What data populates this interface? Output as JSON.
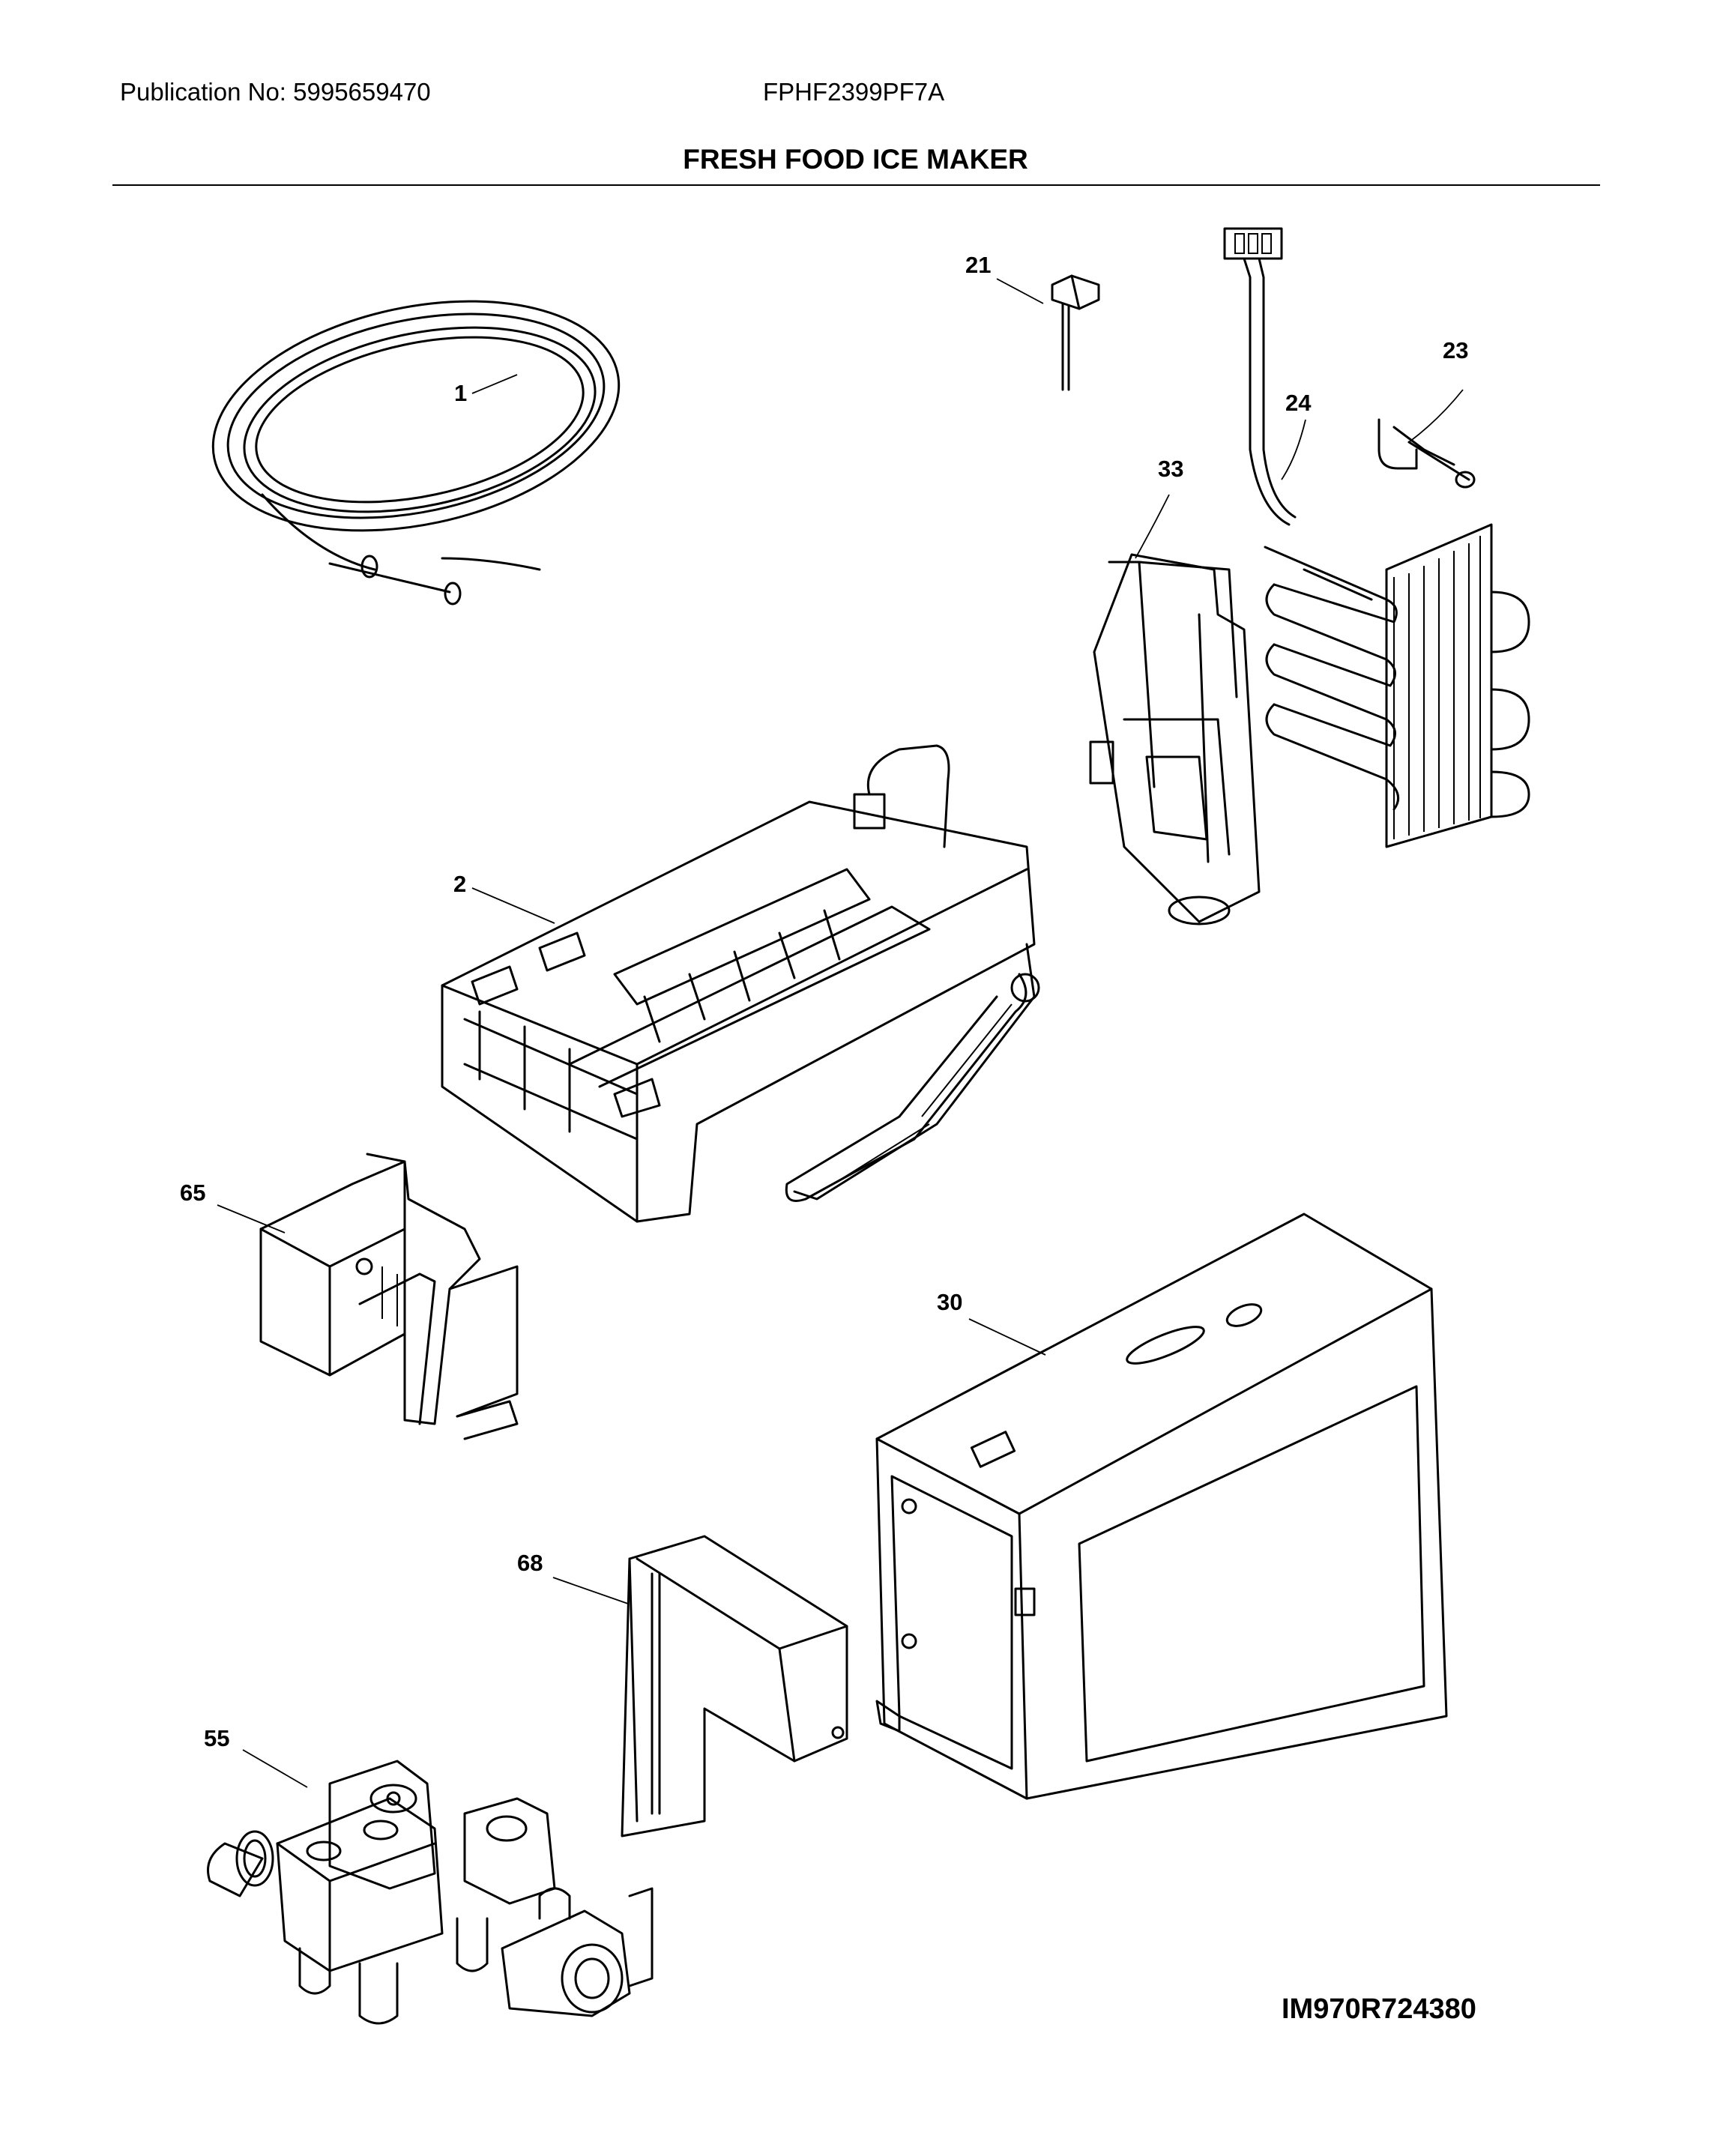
{
  "header": {
    "publication": "Publication No:  5995659470",
    "model": "FPHF2399PF7A",
    "title": "FRESH FOOD ICE MAKER"
  },
  "image_code": "IM970R724380",
  "callouts": [
    {
      "id": "c1",
      "label": "1"
    },
    {
      "id": "c2",
      "label": "2"
    },
    {
      "id": "c21",
      "label": "21"
    },
    {
      "id": "c23",
      "label": "23"
    },
    {
      "id": "c24",
      "label": "24"
    },
    {
      "id": "c30",
      "label": "30"
    },
    {
      "id": "c33",
      "label": "33"
    },
    {
      "id": "c55",
      "label": "55"
    },
    {
      "id": "c65",
      "label": "65"
    },
    {
      "id": "c68",
      "label": "68"
    }
  ]
}
